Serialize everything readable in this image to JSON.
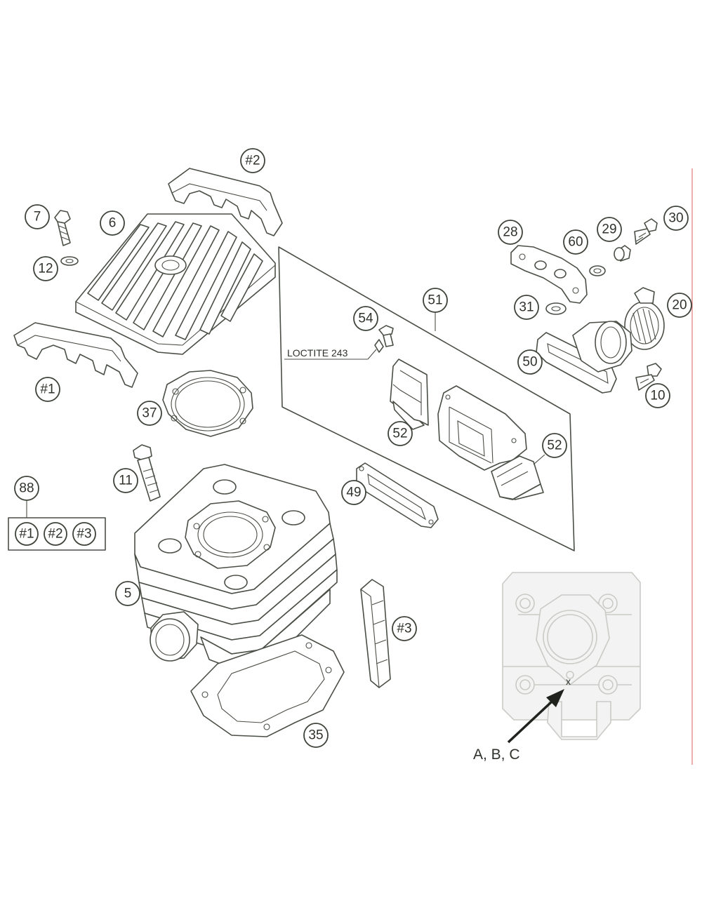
{
  "callouts": {
    "c2": "#2",
    "c7": "7",
    "c6": "6",
    "c12": "12",
    "c1": "#1",
    "c37": "37",
    "c11": "11",
    "c88": "88",
    "k1": "#1",
    "k2": "#2",
    "k3": "#3",
    "c5": "5",
    "c3": "#3",
    "c35": "35",
    "c49": "49",
    "c51": "51",
    "c54": "54",
    "c52a": "52",
    "c52b": "52",
    "c28": "28",
    "c60": "60",
    "c29": "29",
    "c30": "30",
    "c31": "31",
    "c20": "20",
    "c50": "50",
    "c10": "10"
  },
  "labels": {
    "loctite": "LOCTITE 243",
    "x_mark": "x",
    "abc": "A, B, C"
  },
  "colors": {
    "line": "#4a4f46",
    "ghost": "#c9cbc6",
    "edge_rule": "#e07a7a"
  }
}
